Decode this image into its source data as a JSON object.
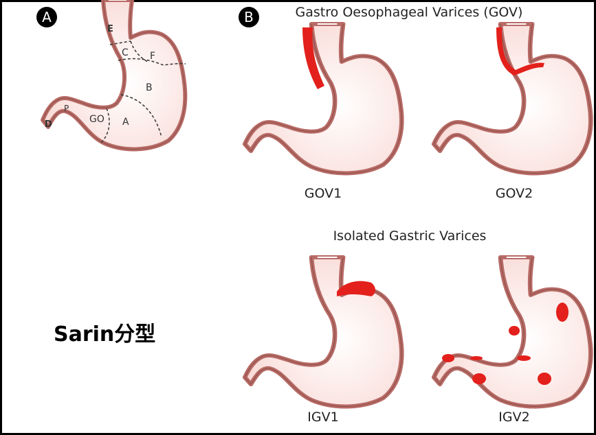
{
  "panel_a": {
    "badge": "A",
    "regions": {
      "E": "E",
      "C": "C",
      "F": "F",
      "B": "B",
      "GO": "GO",
      "A": "A",
      "P": "P",
      "D": "D"
    }
  },
  "panel_b": {
    "badge": "B",
    "gov_title": "Gastro Oesophageal Varices (GOV)",
    "gov1": "GOV1",
    "gov2": "GOV2",
    "igv_title": "Isolated Gastric Varices",
    "igv1": "IGV1",
    "igv2": "IGV2"
  },
  "caption": "Sarin分型",
  "colors": {
    "wall": "#b86b66",
    "lumen": "#fdf1ef",
    "varix": "#e3201b"
  }
}
